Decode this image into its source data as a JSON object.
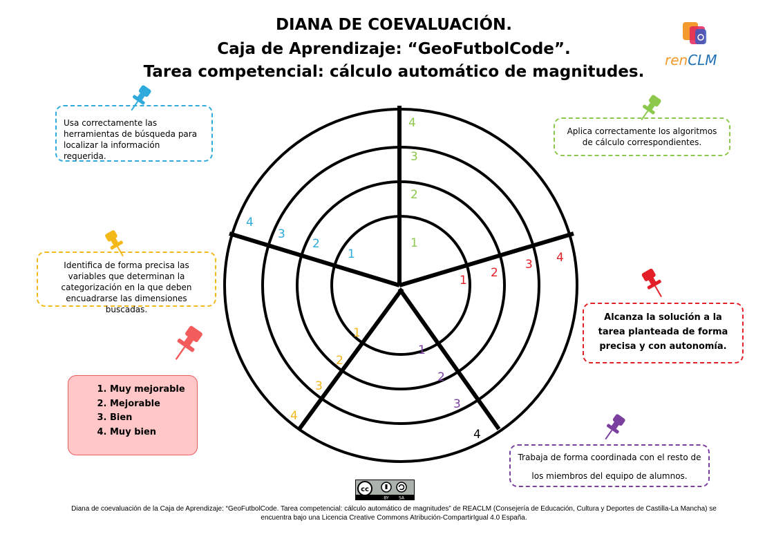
{
  "header": {
    "title_line1": "DIANA DE COEVALUACIÓN.",
    "title_line2": "Caja de Aprendizaje: “GeoFutbolCode”.",
    "title_line3": "Tarea competencial: cálculo automático de magnitudes."
  },
  "logo": {
    "text_part1": "ren",
    "text_part2": "CLM"
  },
  "criteria": {
    "blue": "Usa correctamente las herramientas de búsqueda para localizar la información requerida.",
    "green": "Aplica correctamente los algoritmos de cálculo correspondientes.",
    "yellow": "Identifica de forma precisa las variables que determinan la categorización en la que deben encuadrarse las dimensiones buscadas.",
    "red": "Alcanza la solución a la tarea planteada de forma precisa y con autonomía.",
    "purple": "Trabaja de forma coordinada con el resto de los miembros del equipo de alumnos."
  },
  "legend": {
    "items": [
      "Muy mejorable",
      "Mejorable",
      "Bien",
      "Muy bien"
    ]
  },
  "target": {
    "levels": [
      "1",
      "2",
      "3",
      "4"
    ],
    "colors": {
      "green": "#8cc84b",
      "red": "#e32027",
      "purple": "#7b3fa0",
      "yellow": "#f3b81a",
      "blue": "#2eaadc",
      "black": "#000000"
    }
  },
  "license": {
    "badge": "cc by sa",
    "text": "Diana de coevaluación de la Caja de Aprendizaje: “GeoFutbolCode. Tarea competencial: cálculo automático de magnitudes” de REACLM (Consejería de Educación, Cultura y Deportes de Castilla-La Mancha) se encuentra bajo una Licencia Creative Commons Atribución-CompartirIgual 4.0 España."
  },
  "icons": [
    "pushpin-blue-icon",
    "pushpin-green-icon",
    "pushpin-yellow-icon",
    "pushpin-red-icon",
    "pushpin-pink-icon",
    "pushpin-purple-icon",
    "creative-commons-icon"
  ]
}
